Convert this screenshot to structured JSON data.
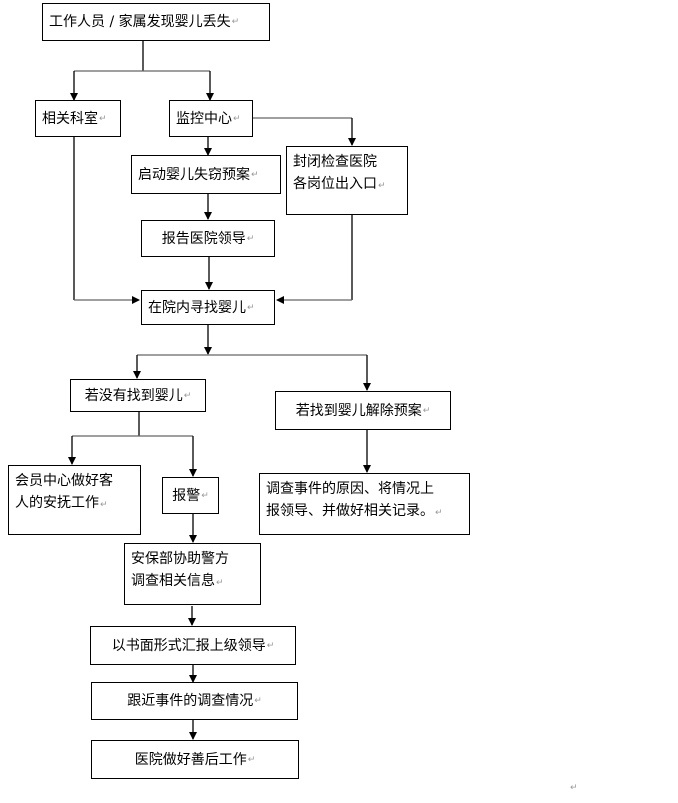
{
  "diagram": {
    "title": "婴儿丢失处理流程",
    "nodes": {
      "start": {
        "label": "工作人员 / 家属发现婴儿丢失"
      },
      "dept": {
        "label": "相关科室"
      },
      "monitor": {
        "label": "监控中心"
      },
      "plan": {
        "label": "启动婴儿失窃预案"
      },
      "close": {
        "line1": "封闭检查医院",
        "line2": "各岗位出入口"
      },
      "report": {
        "label": "报告医院领导"
      },
      "search": {
        "label": "在院内寻找婴儿"
      },
      "notfound": {
        "label": "若没有找到婴儿"
      },
      "found": {
        "label": "若找到婴儿解除预案"
      },
      "comfort": {
        "line1": "会员中心做好客",
        "line2": "人的安抚工作"
      },
      "police": {
        "label": "报警"
      },
      "investigate": {
        "line1": "调查事件的原因、将情况上",
        "line2": "报领导、并做好相关记录。"
      },
      "security": {
        "line1": "安保部协助警方",
        "line2": "调查相关信息"
      },
      "written": {
        "label": "以书面形式汇报上级领导"
      },
      "follow": {
        "label": "跟近事件的调查情况"
      },
      "aftercare": {
        "label": "医院做好善后工作"
      }
    },
    "edges": [
      [
        "start",
        "dept"
      ],
      [
        "start",
        "monitor"
      ],
      [
        "monitor",
        "plan"
      ],
      [
        "monitor",
        "close"
      ],
      [
        "plan",
        "report"
      ],
      [
        "report",
        "search"
      ],
      [
        "dept",
        "search"
      ],
      [
        "close",
        "search"
      ],
      [
        "search",
        "notfound"
      ],
      [
        "search",
        "found"
      ],
      [
        "notfound",
        "comfort"
      ],
      [
        "notfound",
        "police"
      ],
      [
        "found",
        "investigate"
      ],
      [
        "police",
        "security"
      ],
      [
        "security",
        "written"
      ],
      [
        "written",
        "follow"
      ],
      [
        "follow",
        "aftercare"
      ]
    ],
    "return_mark": "↵"
  }
}
